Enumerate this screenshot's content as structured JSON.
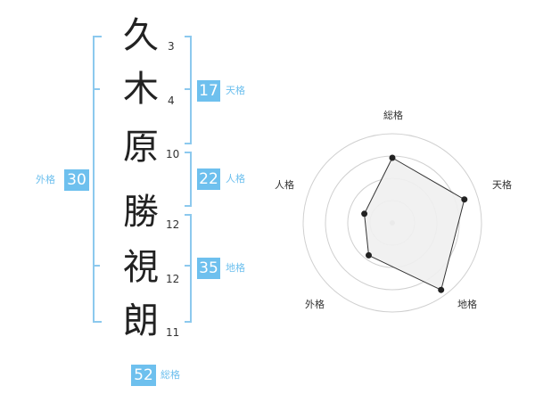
{
  "name_chars": [
    {
      "char": "久",
      "strokes": "3"
    },
    {
      "char": "木",
      "strokes": "4"
    },
    {
      "char": "原",
      "strokes": "10"
    },
    {
      "char": "勝",
      "strokes": "12"
    },
    {
      "char": "視",
      "strokes": "12"
    },
    {
      "char": "朗",
      "strokes": "11"
    }
  ],
  "fortunes": {
    "ten": {
      "value": "17",
      "label": "天格"
    },
    "jin": {
      "value": "22",
      "label": "人格"
    },
    "chi": {
      "value": "35",
      "label": "地格"
    },
    "gai": {
      "value": "30",
      "label": "外格"
    },
    "sou": {
      "value": "52",
      "label": "総格"
    }
  },
  "colors": {
    "accent": "#6ec0ee",
    "bracket": "#8cc9ee",
    "text": "#222222",
    "radar_fill": "#f0f0f0",
    "radar_line": "#333333"
  },
  "chart_data": {
    "type": "radar",
    "axes": [
      "総格",
      "天格",
      "地格",
      "外格",
      "人格"
    ],
    "values": [
      0.73,
      0.85,
      0.93,
      0.45,
      0.33
    ],
    "rings": 4,
    "range": [
      0,
      1
    ]
  }
}
